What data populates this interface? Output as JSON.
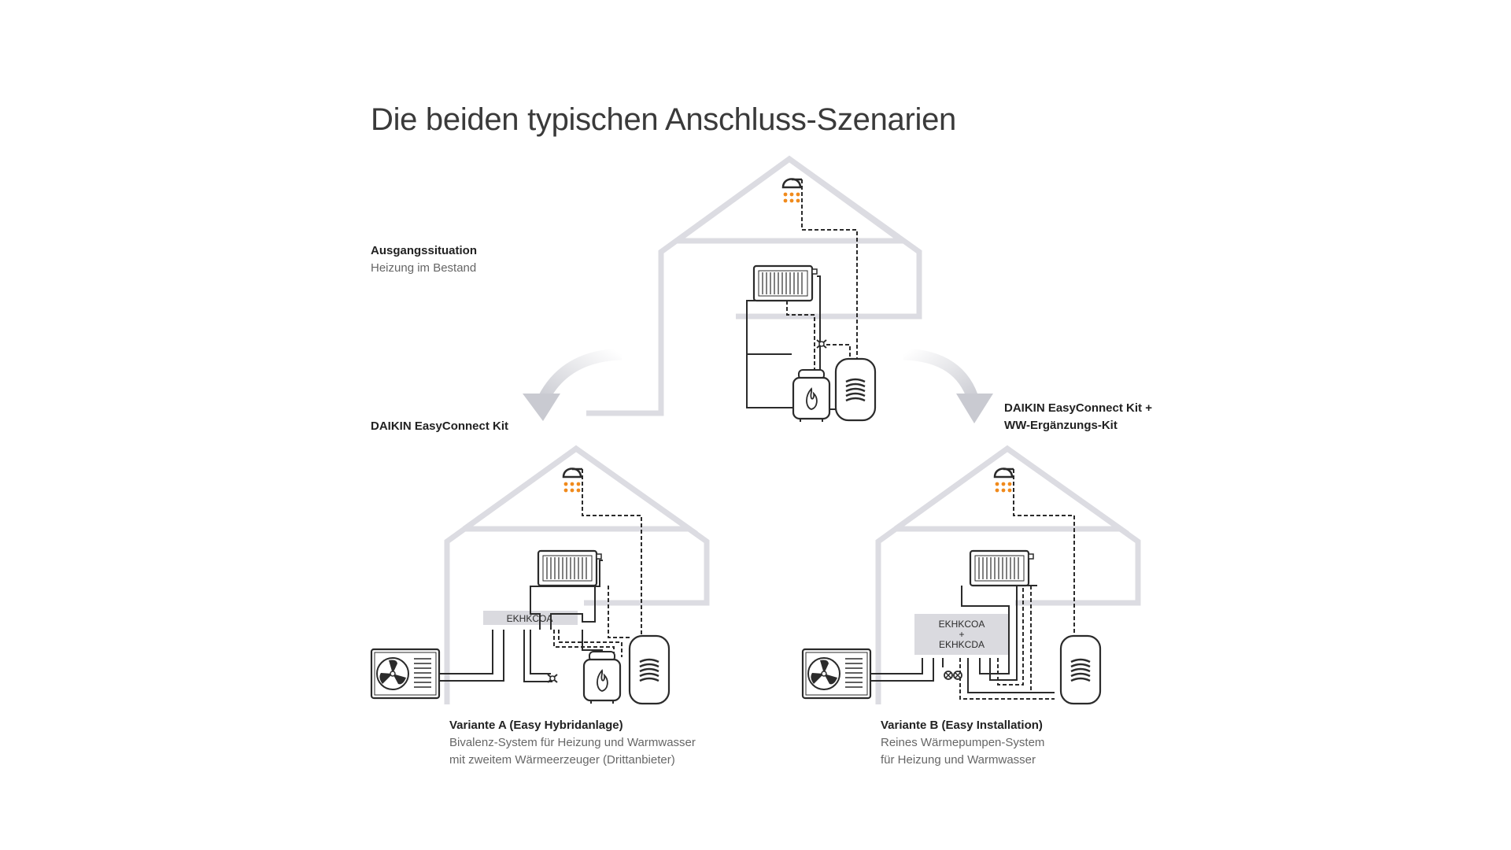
{
  "title": "Die beiden typischen Anschluss-Szenarien",
  "initial": {
    "heading": "Ausgangssituation",
    "subtitle": "Heizung im Bestand"
  },
  "variant_a": {
    "kit_label": "DAIKIN EasyConnect Kit",
    "module_label": "EKHKCOA",
    "name": "Variante A (Easy Hybridanlage)",
    "desc_line1": "Bivalenz-System für Heizung und Warmwasser",
    "desc_line2": "mit zweitem Wärmeerzeuger (Drittanbieter)"
  },
  "variant_b": {
    "kit_label_line1": "DAIKIN EasyConnect Kit +",
    "kit_label_line2": "WW-Ergänzungs-Kit",
    "module_line1": "EKHKCOA",
    "module_line2": "+",
    "module_line3": "EKHKCDA",
    "name": "Variante B (Easy Installation)",
    "desc_line1": "Reines Wärmepumpen-System",
    "desc_line2": "für Heizung und Warmwasser"
  },
  "colors": {
    "house": "#dcdce2",
    "pipe": "#2b2b2b",
    "water": "#f08a1c",
    "module": "#dadadf",
    "arrow": "#c9cad1"
  },
  "icons": [
    "shower-icon",
    "radiator-icon",
    "boiler-icon",
    "tank-icon",
    "heat-pump-icon",
    "valve-icon",
    "arrow-icon"
  ]
}
